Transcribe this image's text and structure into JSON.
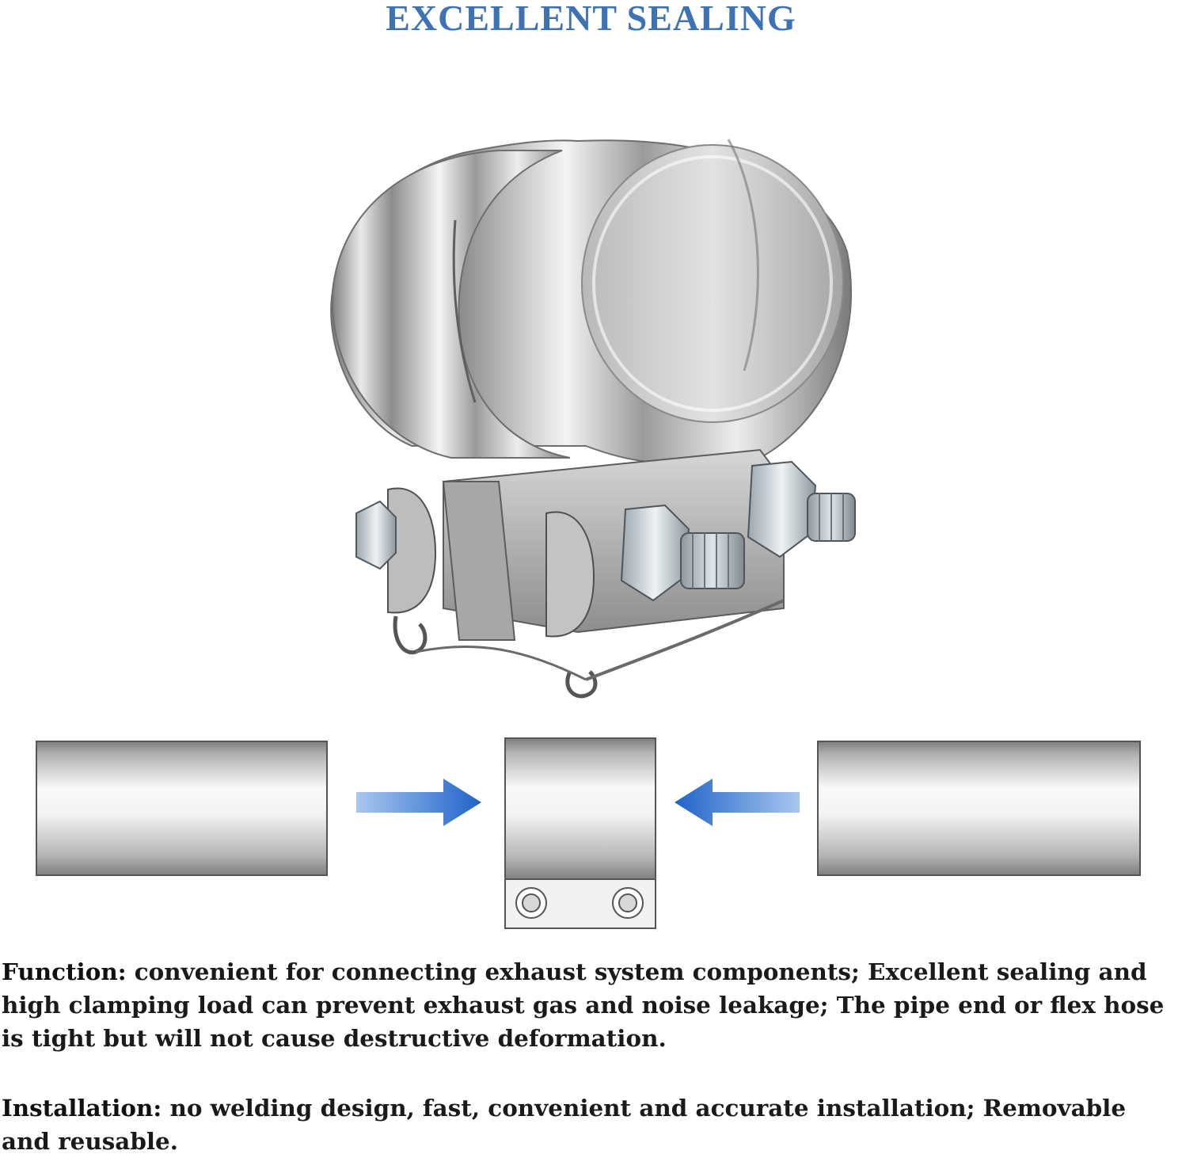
{
  "title": "EXCELLENT SEALING",
  "colors": {
    "title": "#3d73b4",
    "arrow": "#1f63c9",
    "text": "#111111",
    "metal_dark": "#7d7d7d",
    "metal_light": "#ffffff"
  },
  "product_image": {
    "icon": "exhaust-lap-joint-clamp"
  },
  "diagram": {
    "left_item": "pipe",
    "center_item": "clamp",
    "right_item": "pipe",
    "arrows": [
      "arrow-right-icon",
      "arrow-left-icon"
    ]
  },
  "paragraphs": {
    "function": {
      "label": "Function:",
      "text": " convenient for connecting exhaust system components; Excellent sealing and high clamping load can prevent exhaust gas and noise leakage; The pipe end or flex hose is tight but will not cause destructive deformation."
    },
    "installation": {
      "label": "Installation:",
      "text": " no welding design, fast, convenient and accurate installation; Removable and reusable."
    }
  }
}
